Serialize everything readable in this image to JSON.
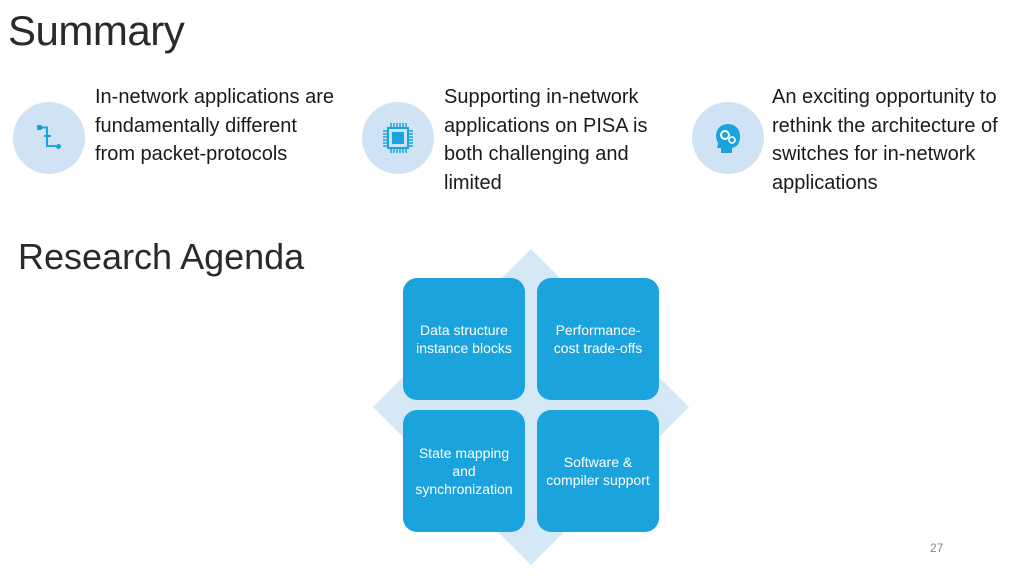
{
  "slide": {
    "title": "Summary",
    "subtitle": "Research Agenda",
    "page_number": "27"
  },
  "summary": [
    {
      "icon": "network-flow-icon",
      "text": "In-network applications are fundamentally different from packet-protocols"
    },
    {
      "icon": "cpu-chip-icon",
      "text": "Supporting in-network applications on PISA is both challenging and limited"
    },
    {
      "icon": "head-gears-icon",
      "text": "An exciting opportunity to rethink the architecture of switches for in-network applications"
    }
  ],
  "agenda": [
    {
      "label": "Data structure instance blocks"
    },
    {
      "label": "Performance-cost trade-offs"
    },
    {
      "label": "State mapping and synchronization"
    },
    {
      "label": "Software & compiler support"
    }
  ],
  "colors": {
    "icon_bg": "#cfe3f4",
    "icon_fg": "#1aa3dc",
    "box": "#1aa3dc",
    "diamond": "#d4e8f6"
  }
}
